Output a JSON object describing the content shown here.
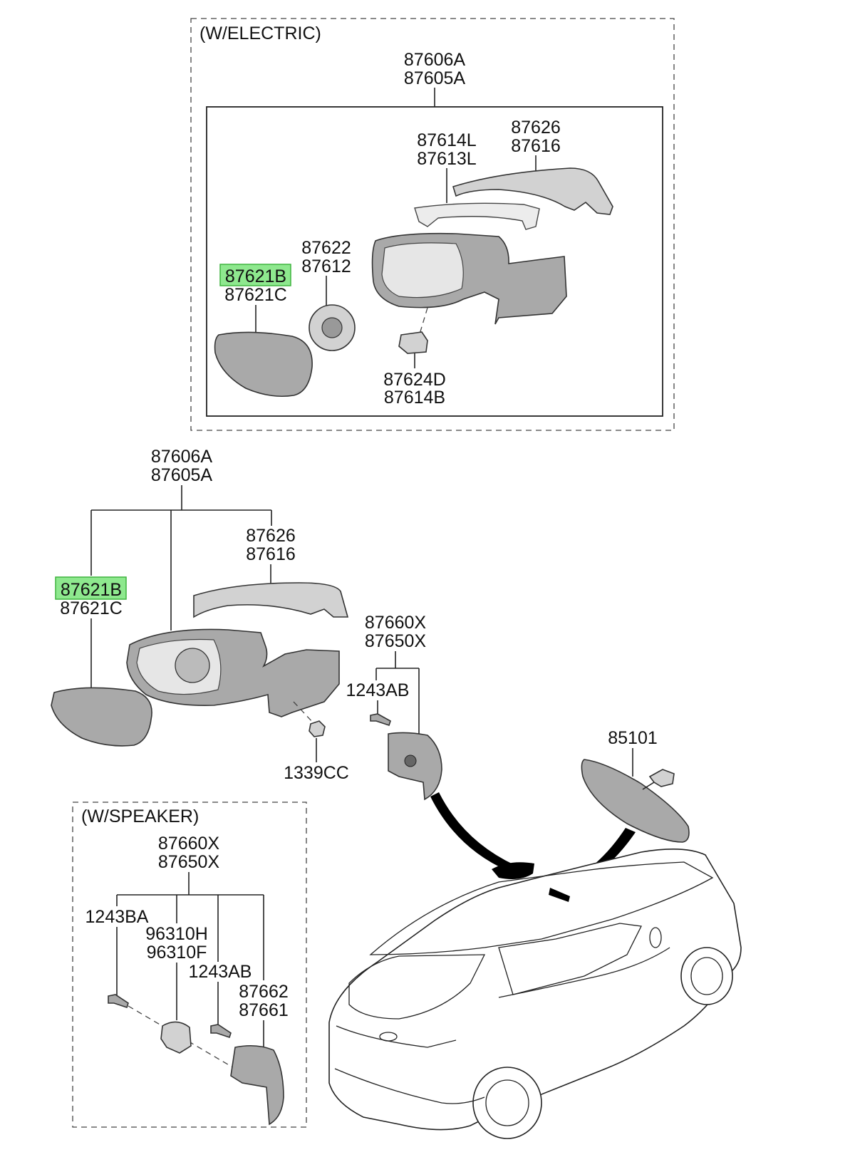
{
  "groups": {
    "electric_title": "(W/ELECTRIC)",
    "speaker_title": "(W/SPEAKER)"
  },
  "labels": {
    "e_assy_a": "87606A",
    "e_assy_b": "87605A",
    "e_cap_a": "87626",
    "e_cap_b": "87616",
    "e_lamp_a": "87614L",
    "e_lamp_b": "87613L",
    "e_actuator_a": "87622",
    "e_actuator_b": "87612",
    "e_glass_a": "87621B",
    "e_glass_b": "87621C",
    "e_motor_a": "87624D",
    "e_motor_b": "87614B",
    "m_assy_a": "87606A",
    "m_assy_b": "87605A",
    "m_cap_a": "87626",
    "m_cap_b": "87616",
    "m_glass_a": "87621B",
    "m_glass_b": "87621C",
    "m_nut": "1339CC",
    "m_garnish_a": "87660X",
    "m_garnish_b": "87650X",
    "m_screw": "1243AB",
    "inside_mirror": "85101",
    "s_garnish_a": "87660X",
    "s_garnish_b": "87650X",
    "s_screw_a": "1243BA",
    "s_speaker_a": "96310H",
    "s_speaker_b": "96310F",
    "s_screw_b": "1243AB",
    "s_cover_a": "87662",
    "s_cover_b": "87661"
  },
  "highlight": {
    "color": "#8ee88e",
    "parts": [
      "87621B"
    ]
  }
}
